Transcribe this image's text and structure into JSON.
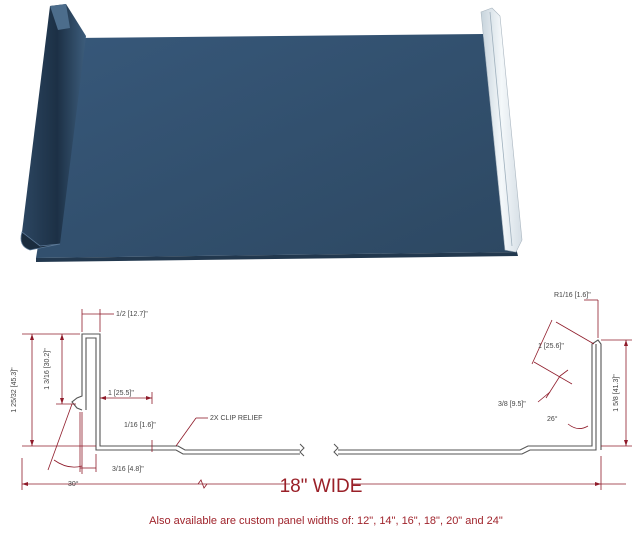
{
  "colors": {
    "panel": "#33516e",
    "panel_dark": "#1f3449",
    "panel_edge": "#4a6b8a",
    "rib_light": "#e6edf2",
    "dimension": "#8f1b2a",
    "profile": "#555555",
    "title": "#9a2028"
  },
  "panel_illustration": {
    "icon": "standing-seam-panel-icon"
  },
  "drawing": {
    "labels": {
      "half_width": "1/2 [12.7]\"",
      "total_height_left": "1 25/32 [45.3]\"",
      "hem_height": "1 3/16 [30.2]\"",
      "inset": "1 [25.5]\"",
      "offset": "1/16 [1.6]\"",
      "clip_relief": "2X CLIP RELIEF",
      "bottom_width": "3/16 [4.8]\"",
      "angle_left": "30°",
      "radius": "R1/16 [1.6]\"",
      "right_inset": "1 [25.6]\"",
      "small_width": "3/8 [9.5]\"",
      "angle_right": "26°",
      "right_height": "1 5/8 [41.3]\""
    },
    "width_title": "18\" WIDE",
    "footnote": "Also available are custom panel widths of: 12\", 14\", 16\", 18\", 20\" and 24\""
  }
}
